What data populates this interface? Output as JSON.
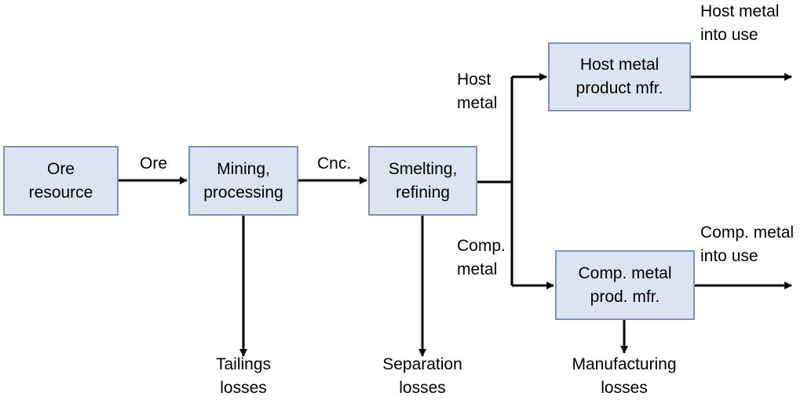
{
  "diagram": {
    "colors": {
      "box_fill": "#dbe5f1",
      "box_border": "#7f93b3",
      "arrow": "#000000",
      "text": "#000000"
    },
    "nodes": {
      "ore_resource": {
        "line1": "Ore",
        "line2": "resource"
      },
      "mining_processing": {
        "line1": "Mining,",
        "line2": "processing"
      },
      "smelting_refining": {
        "line1": "Smelting,",
        "line2": "refining"
      },
      "host_metal_product": {
        "line1": "Host metal",
        "line2": "product mfr."
      },
      "comp_metal_product": {
        "line1": "Comp. metal",
        "line2": "prod. mfr."
      }
    },
    "edge_labels": {
      "ore": "Ore",
      "cnc": "Cnc.",
      "host_metal": {
        "line1": "Host",
        "line2": "metal"
      },
      "comp_metal": {
        "line1": "Comp.",
        "line2": "metal"
      }
    },
    "outputs": {
      "host_into_use": {
        "line1": "Host metal",
        "line2": "into use"
      },
      "comp_into_use": {
        "line1": "Comp. metal",
        "line2": "into use"
      },
      "tailings_losses": {
        "line1": "Tailings",
        "line2": "losses"
      },
      "separation_losses": {
        "line1": "Separation",
        "line2": "losses"
      },
      "manufacturing_losses": {
        "line1": "Manufacturing",
        "line2": "losses"
      }
    }
  }
}
